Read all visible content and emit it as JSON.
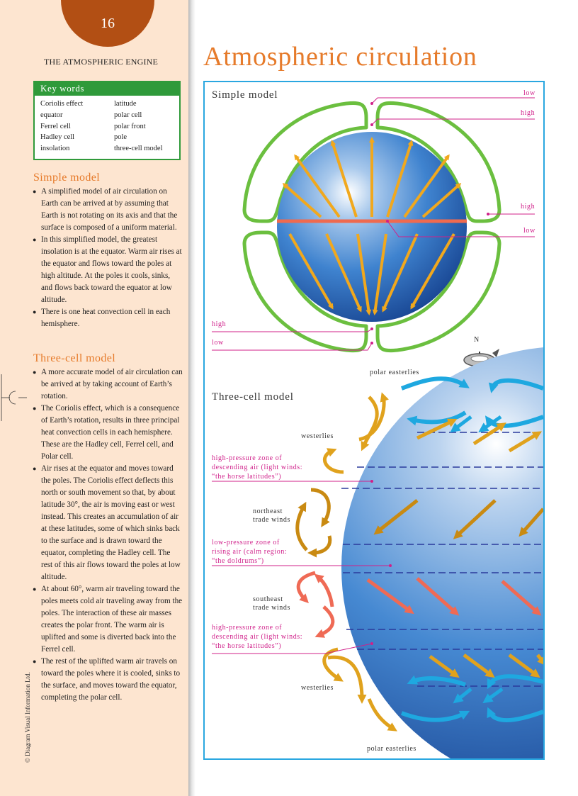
{
  "page": {
    "number": "16",
    "section": "THE ATMOSPHERIC ENGINE",
    "title": "Atmospheric circulation",
    "copyright": "© Diagram Visual Information Ltd."
  },
  "keywords": {
    "heading": "Key words",
    "left": [
      "Coriolis effect",
      "equator",
      "Ferrel cell",
      "Hadley cell",
      "insolation"
    ],
    "right": [
      "latitude",
      "polar cell",
      "polar front",
      "pole",
      "three-cell model"
    ]
  },
  "simple_model": {
    "heading": "Simple model",
    "bullets": [
      "A simplified model of air circulation on Earth can be arrived at by assuming that Earth is not rotating on its axis and that the surface is composed of a uniform material.",
      "In this simplified model, the greatest insolation is at the equator. Warm air rises at the equator and flows toward the poles at high altitude. At the poles it cools, sinks, and flows back toward the equator at low altitude.",
      "There is one heat convection cell in each hemisphere."
    ]
  },
  "three_cell_model": {
    "heading": "Three-cell model",
    "bullets": [
      "A more accurate model of air circulation can be arrived at by taking account of Earth’s rotation.",
      "The Coriolis effect, which is a consequence of Earth’s rotation, results in three principal heat convection cells in each hemisphere. These are the Hadley cell, Ferrel cell, and Polar cell.",
      "Air rises at the equator and moves toward the poles. The Coriolis effect deflects this north or south movement so that, by about latitude 30°, the air is moving east or west instead. This creates an accumulation of air at these latitudes, some of which sinks back to the surface and is drawn toward the equator, completing the Hadley cell. The rest of this air flows toward the poles at low altitude.",
      "At about 60°, warm air traveling toward the poles meets cold air traveling away from the poles. The interaction of these air masses creates the polar front. The warm air is uplifted and some is diverted back into the Ferrel cell.",
      "The rest of the uplifted warm air travels on toward the poles where it is cooled, sinks to the surface, and moves toward the equator, completing the polar cell."
    ]
  },
  "diagram": {
    "simple": {
      "heading": "Simple model",
      "labels": {
        "low_top": "low",
        "high_top": "high",
        "high_eq": "high",
        "low_eq": "low",
        "high_bottom": "high",
        "low_bottom": "low"
      }
    },
    "three_cell": {
      "heading": "Three-cell model",
      "north": "N",
      "polar_easterlies_top": "polar easterlies",
      "westerlies_top": "westerlies",
      "hp_north": "high-pressure zone of\ndescending air (light winds:\n“the horse latitudes”)",
      "ne_trade": "northeast\ntrade winds",
      "lp_equator": "low-pressure zone of\nrising air (calm region:\n“the doldrums”)",
      "se_trade": "southeast\ntrade winds",
      "hp_south": "high-pressure zone of\ndescending air (light winds:\n“the horse latitudes”)",
      "westerlies_bottom": "westerlies",
      "polar_easterlies_bottom": "polar easterlies"
    },
    "colors": {
      "frame": "#2aa7e0",
      "cell_green": "#6bbf3f",
      "flow_orange": "#f1a81d",
      "equator_red": "#ef6a4f",
      "leader_pink": "#d0208a",
      "polar_blue": "#1ea8e0",
      "westerly_gold": "#e0a21d",
      "trade_brown": "#c98a12",
      "trade_coral": "#ef6a55"
    }
  }
}
